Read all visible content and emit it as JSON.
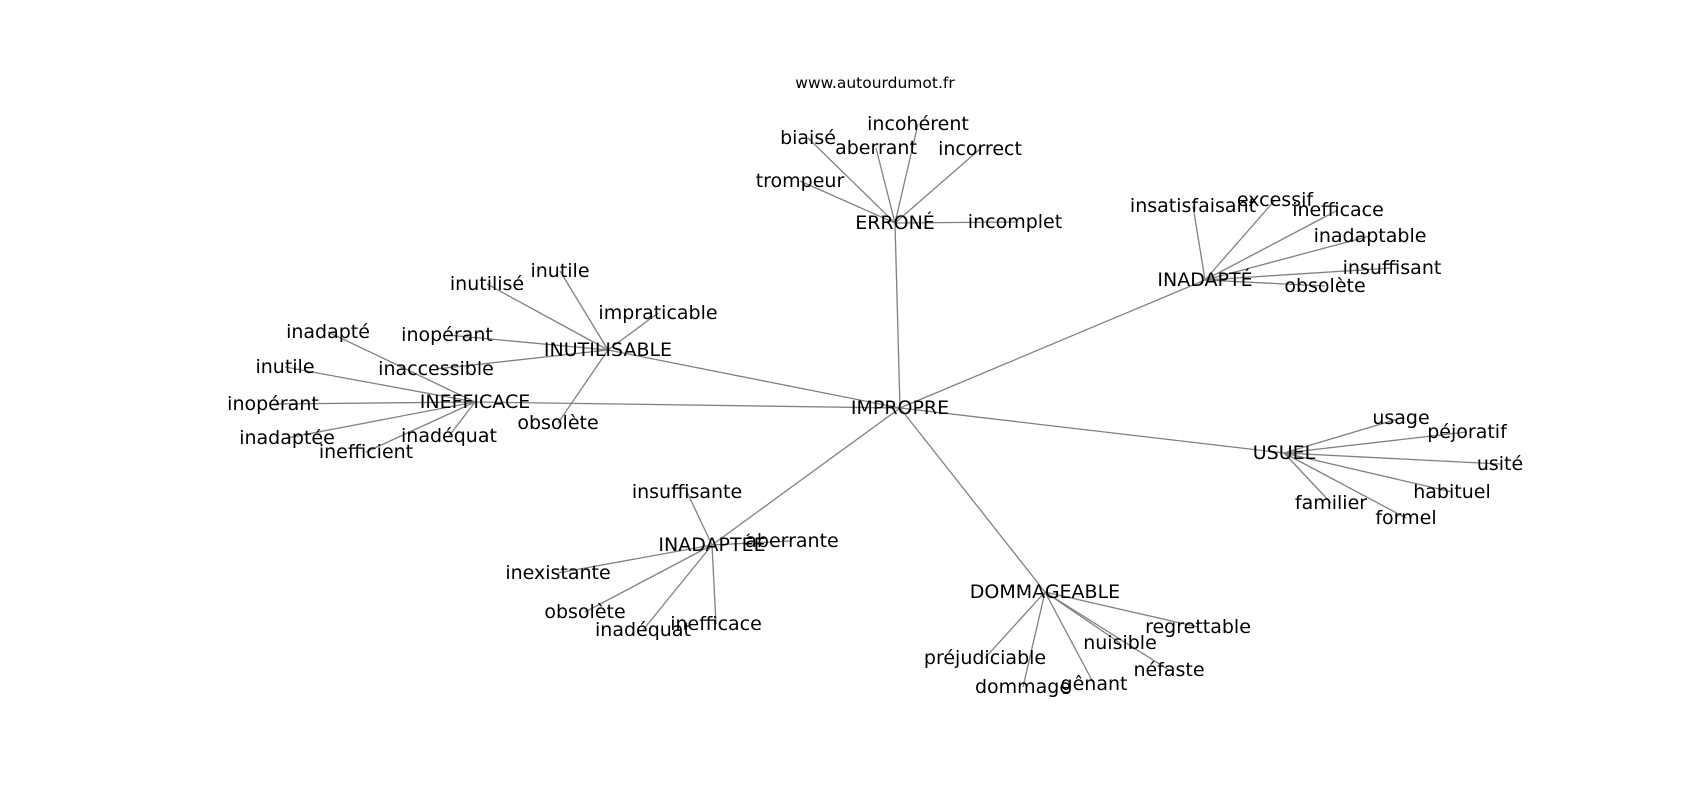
{
  "site_label": "www.autourdumot.fr",
  "colors": {
    "edge": "#808080",
    "text": "#000000",
    "background": "#ffffff"
  },
  "graph": {
    "center": "IMPROPRE",
    "hubs": [
      {
        "label": "ERRONÉ",
        "children": [
          "biaisé",
          "incohérent",
          "aberrant",
          "incorrect",
          "trompeur",
          "incomplet"
        ]
      },
      {
        "label": "INADAPTÉ",
        "children": [
          "insatisfaisant",
          "excessif",
          "inefficace",
          "inadaptable",
          "insuffisant",
          "obsolète"
        ]
      },
      {
        "label": "INUTILISABLE",
        "children": [
          "inutile",
          "inutilisé",
          "impraticable",
          "inopérant",
          "inaccessible",
          "obsolète"
        ]
      },
      {
        "label": "INEFFICACE",
        "children": [
          "inadapté",
          "inutile",
          "inopérant",
          "inadaptée",
          "inefficient",
          "inadéquat"
        ]
      },
      {
        "label": "USUEL",
        "children": [
          "usage",
          "péjoratif",
          "usité",
          "habituel",
          "familier",
          "formel"
        ]
      },
      {
        "label": "INADAPTÉE",
        "children": [
          "insuffisante",
          "aberrante",
          "inexistante",
          "obsolète",
          "inadéquat",
          "inefficace"
        ]
      },
      {
        "label": "DOMMAGEABLE",
        "children": [
          "regrettable",
          "nuisible",
          "préjudiciable",
          "néfaste",
          "dommage",
          "gênant"
        ]
      }
    ]
  }
}
